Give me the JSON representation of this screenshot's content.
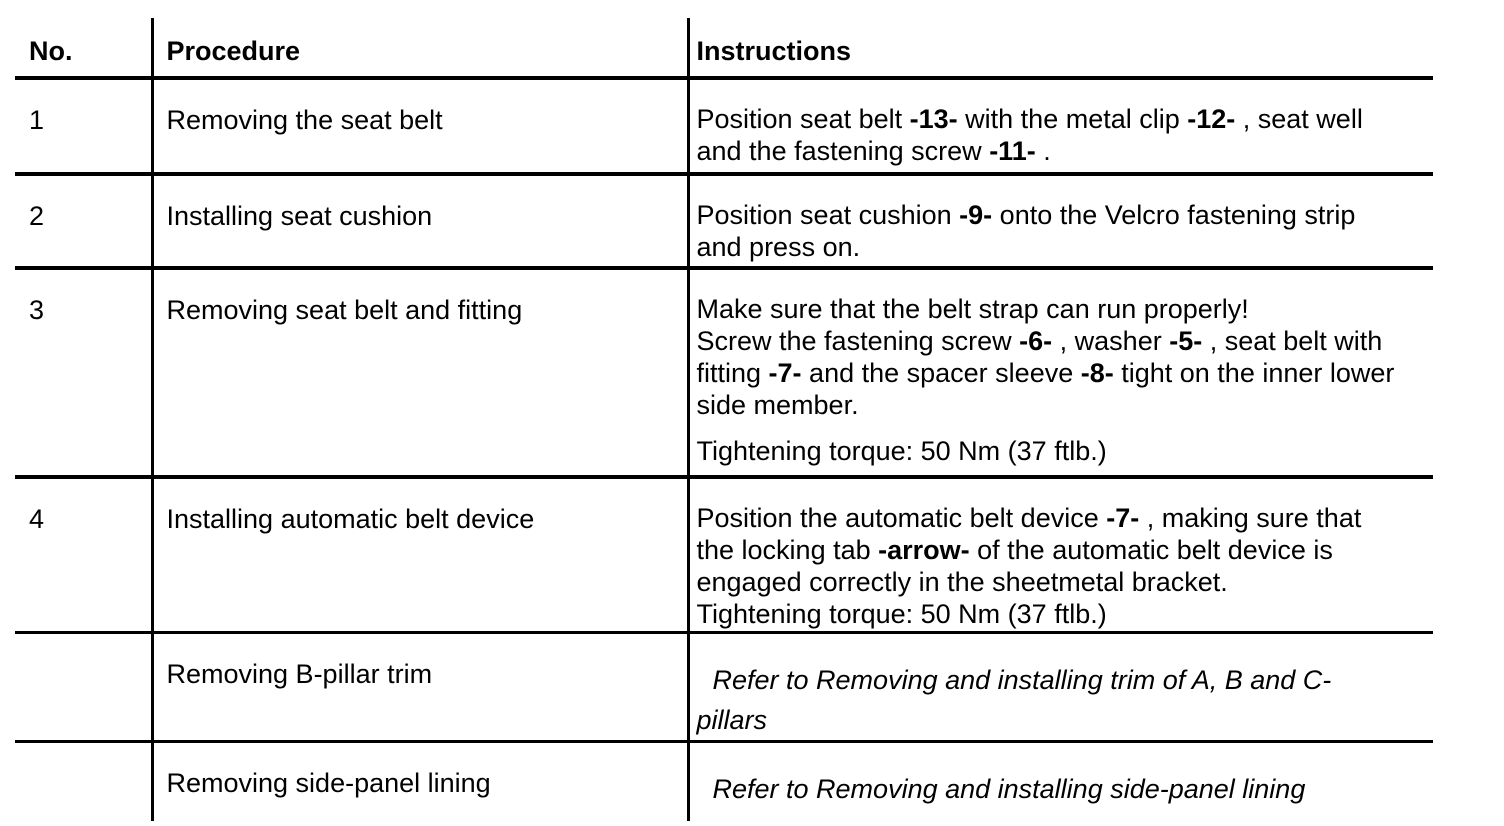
{
  "page": {
    "title": "Service manual procedure table",
    "background_color": "#ffffff",
    "text_color": "#000000"
  },
  "table": {
    "columns": [
      {
        "key": "no",
        "label": "No."
      },
      {
        "key": "procedure",
        "label": "Procedure"
      },
      {
        "key": "instructions",
        "label": "Instructions"
      }
    ],
    "rows": [
      {
        "no": "1",
        "procedure": "Removing the seat belt",
        "instructions": [
          {
            "italic": false,
            "gap_before": false,
            "segments": [
              {
                "t": "Position seat belt "
              },
              {
                "t": "-13-",
                "b": true
              },
              {
                "t": " with the metal clip "
              },
              {
                "t": "-12-",
                "b": true
              },
              {
                "t": " , seat well"
              },
              {
                "br": true
              },
              {
                "t": "and the fastening screw "
              },
              {
                "t": "-11-",
                "b": true
              },
              {
                "t": " ."
              }
            ]
          }
        ]
      },
      {
        "no": "2",
        "procedure": "Installing seat cushion",
        "instructions": [
          {
            "italic": false,
            "gap_before": false,
            "segments": [
              {
                "t": "Position seat cushion "
              },
              {
                "t": "-9-",
                "b": true
              },
              {
                "t": " onto the Velcro fastening strip"
              },
              {
                "br": true
              },
              {
                "t": "and press on."
              }
            ]
          }
        ]
      },
      {
        "no": "3",
        "procedure": "Removing seat belt and fitting",
        "instructions": [
          {
            "italic": false,
            "gap_before": false,
            "segments": [
              {
                "t": "Make sure that the belt strap can run properly!"
              },
              {
                "br": true
              },
              {
                "t": "Screw the fastening screw "
              },
              {
                "t": "-6-",
                "b": true
              },
              {
                "t": " , washer "
              },
              {
                "t": "-5-",
                "b": true
              },
              {
                "t": " , seat belt with"
              },
              {
                "br": true
              },
              {
                "t": "fitting "
              },
              {
                "t": "-7-",
                "b": true
              },
              {
                "t": " and the spacer sleeve "
              },
              {
                "t": "-8-",
                "b": true
              },
              {
                "t": " tight on the inner lower"
              },
              {
                "br": true
              },
              {
                "t": "side member."
              }
            ]
          },
          {
            "italic": false,
            "gap_before": true,
            "segments": [
              {
                "t": "Tightening torque: 50 Nm (37 ftlb.)"
              }
            ]
          }
        ]
      },
      {
        "no": "4",
        "procedure": "Installing automatic belt device",
        "instructions": [
          {
            "italic": false,
            "gap_before": false,
            "segments": [
              {
                "t": "Position the automatic belt device "
              },
              {
                "t": "-7-",
                "b": true
              },
              {
                "t": " , making sure that"
              },
              {
                "br": true
              },
              {
                "t": "the locking tab "
              },
              {
                "t": "-arrow-",
                "b": true
              },
              {
                "t": " of the automatic belt device is"
              },
              {
                "br": true
              },
              {
                "t": "engaged correctly in the sheetmetal bracket."
              },
              {
                "br": true
              },
              {
                "t": "Tightening torque: 50 Nm (37 ftlb.)"
              }
            ]
          }
        ]
      },
      {
        "no": "",
        "procedure": "Removing B-pillar trim",
        "instructions": [
          {
            "italic": true,
            "gap_before": false,
            "segments": [
              {
                "t": "Refer to Removing and installing trim of A, B and C-"
              },
              {
                "br": true
              },
              {
                "t": "pillars"
              }
            ]
          }
        ]
      },
      {
        "no": "",
        "procedure": "Removing side-panel lining",
        "instructions": [
          {
            "italic": true,
            "gap_before": false,
            "segments": [
              {
                "t": "Refer to Removing and installing side-panel lining"
              }
            ]
          }
        ]
      }
    ]
  }
}
